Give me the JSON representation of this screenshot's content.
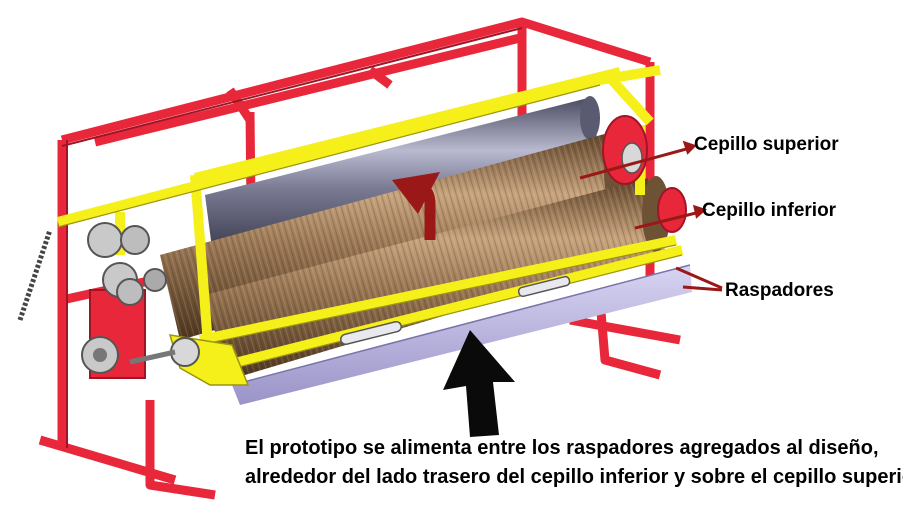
{
  "labels": {
    "top_brush": "Cepillo superior",
    "bottom_brush": "Cepillo inferior",
    "scrapers": "Raspadores"
  },
  "caption": {
    "line1": "El prototipo se alimenta entre los raspadores agregados al diseño,",
    "line2": "alrededor del lado trasero del cepillo inferior y sobre el cepillo superior"
  },
  "colors": {
    "frame_red": "#e8283a",
    "frame_yellow": "#f5ef1a",
    "brush_brown": "#8a6a48",
    "top_roller": "#6e6f86",
    "scraper_lavender": "#b8b2de",
    "arrow_red": "#9b1818",
    "arrow_black": "#0a0a0a"
  }
}
